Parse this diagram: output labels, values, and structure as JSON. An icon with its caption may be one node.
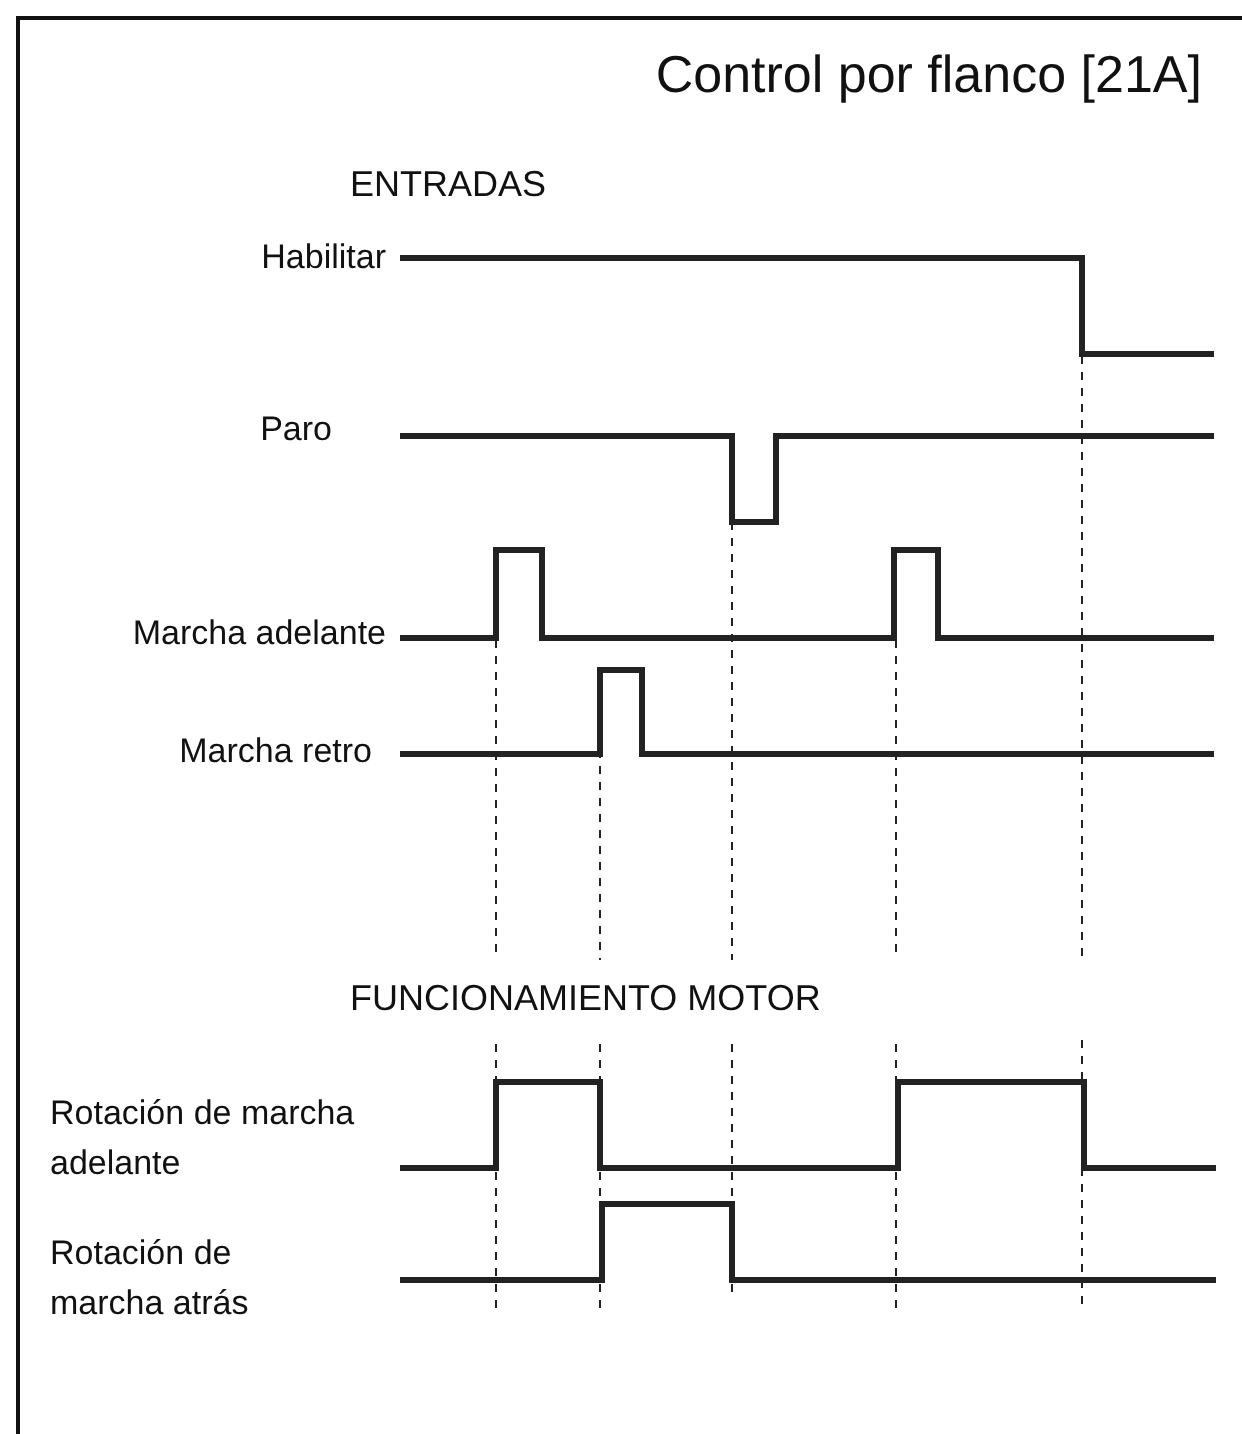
{
  "diagram": {
    "title": "Control por flanco [21A]",
    "labels": [
      "ENTRADAS",
      "Habilitar",
      "Paro",
      "Marcha adelante",
      "Marcha retro",
      "FUNCIONAMIENTO MOTOR",
      "Rotación de marcha adelante",
      "Rotación de marcha atrás"
    ]
  }
}
